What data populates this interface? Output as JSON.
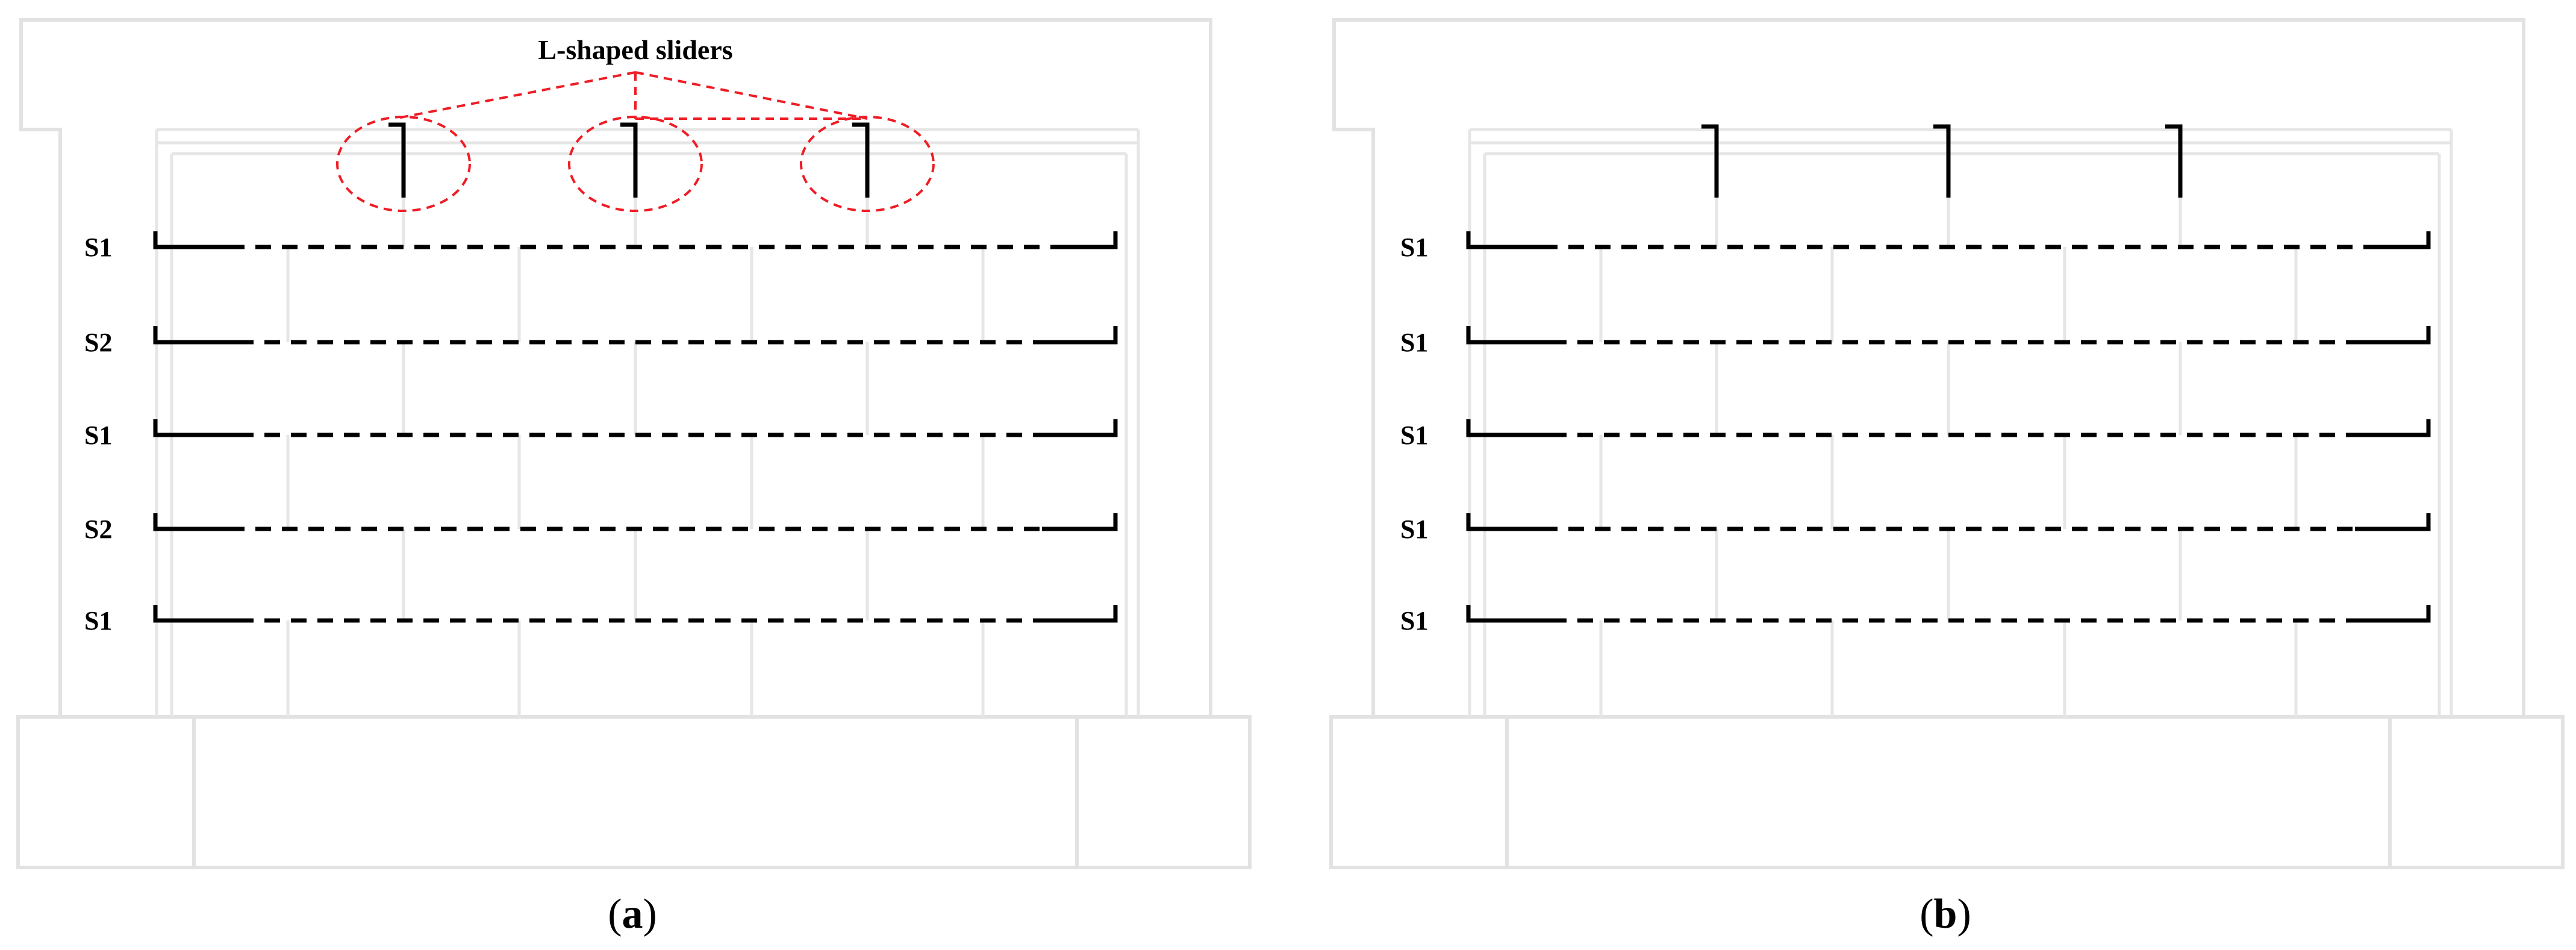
{
  "panels": [
    {
      "id": "a",
      "caption_letter": "a",
      "row_labels": [
        "S1",
        "S2",
        "S1",
        "S2",
        "S1"
      ],
      "callout": {
        "label": "L-shaped sliders"
      }
    },
    {
      "id": "b",
      "caption_letter": "b",
      "row_labels": [
        "S1",
        "S1",
        "S1",
        "S1",
        "S1"
      ]
    }
  ],
  "colors": {
    "wall_outline": "#e2e2e2",
    "bed_joint": "#000000",
    "callout": "#ee1c25"
  }
}
